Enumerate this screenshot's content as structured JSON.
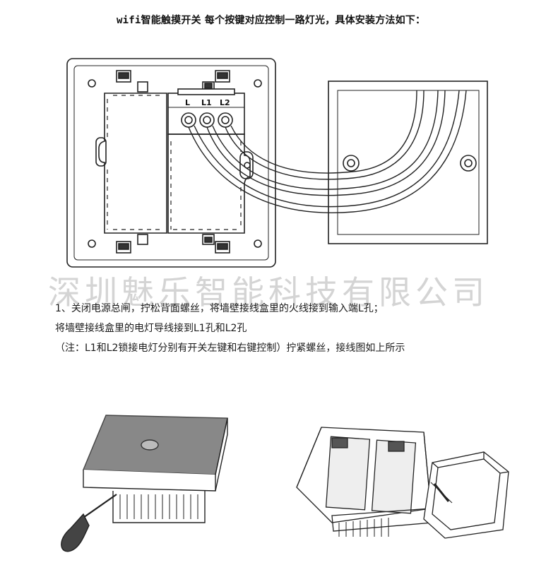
{
  "heading": {
    "prefix": "wifi",
    "text": "智能触摸开关 每个按键对应控制一路灯光，具体安装方法如下："
  },
  "watermark": "深圳魅乐智能科技有限公司",
  "terminals": [
    "L",
    "L1",
    "L2"
  ],
  "instructions": [
    "1、关闭电源总闸，拧松背面螺丝，将墙壁接线盒里的火线接到输入端L孔；",
    "将墙壁接线盒里的电灯导线接到L1孔和L2孔",
    "（注：L1和L2锁接电灯分别有开关左键和右键控制）拧紧螺丝，接线图如上所示"
  ]
}
